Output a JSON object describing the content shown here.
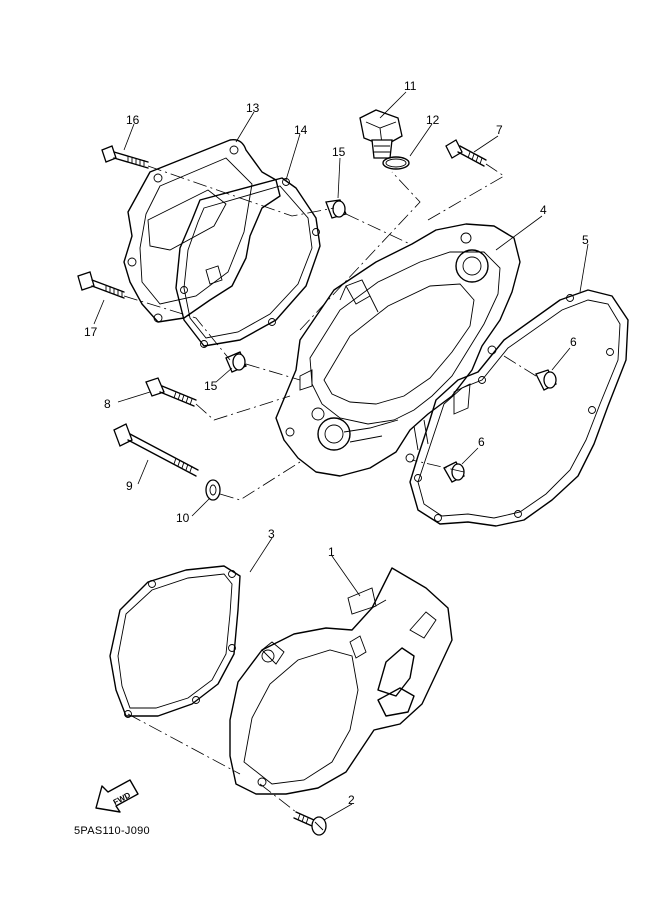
{
  "diagram_code": "5PAS110-J090",
  "fwd_label": "FWD",
  "callouts": {
    "c1": "1",
    "c2": "2",
    "c3": "3",
    "c4": "4",
    "c5": "5",
    "c6a": "6",
    "c6b": "6",
    "c7": "7",
    "c8": "8",
    "c9": "9",
    "c10": "10",
    "c11": "11",
    "c12": "12",
    "c13": "13",
    "c14": "14",
    "c15a": "15",
    "c15b": "15",
    "c16": "16",
    "c17": "17"
  }
}
